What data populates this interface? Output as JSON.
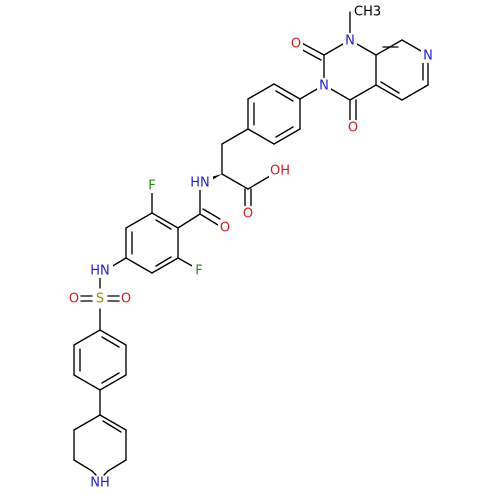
{
  "molecule": {
    "atoms": {
      "n_methyl": "N",
      "methyl": "CH3",
      "o_c2": "O",
      "n_pyridine": "N",
      "n3": "N",
      "o_c4": "O",
      "nh_amide": "HN",
      "oh_acid": "OH",
      "o_acid": "O",
      "f_top": "F",
      "o_amide": "O",
      "f_bottom": "F",
      "nh_sulfonamide": "HN",
      "o_sulfonyl_left": "O",
      "s_sulfonyl": "S",
      "o_sulfonyl_right": "O",
      "nh_piperidine": "NH"
    },
    "colors": {
      "bond": "#000000",
      "nitrogen": "#1e1ec8",
      "oxygen": "#cc2020",
      "fluorine": "#2a8a1a",
      "sulfur": "#a08a00",
      "carbon": "#000000"
    }
  }
}
